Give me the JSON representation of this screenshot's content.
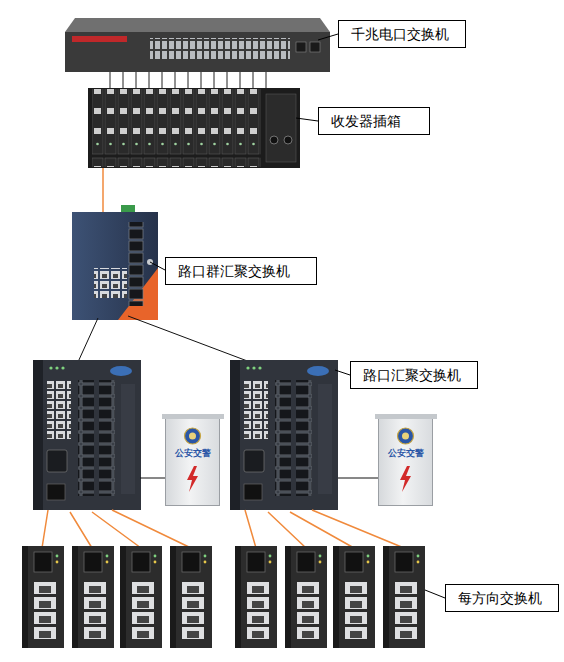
{
  "diagram": {
    "nodes": [
      {
        "text": [
          "千兆电口交换机"
        ]
      },
      {
        "text": [
          "收发器插箱"
        ]
      },
      {
        "text": [
          "路口群汇聚交换机"
        ]
      },
      {
        "text": [
          "路口汇聚交换机"
        ]
      },
      {
        "text": [
          "公安交警"
        ]
      },
      {
        "text": [
          "公安交警"
        ]
      },
      {
        "text": [
          "每方向交换机"
        ]
      }
    ]
  }
}
